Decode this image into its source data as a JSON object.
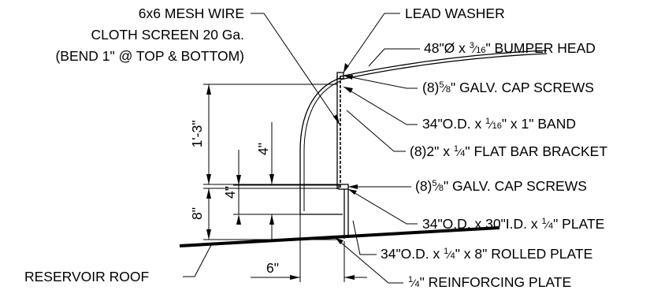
{
  "callouts": {
    "mesh_line1": "6x6 MESH WIRE",
    "mesh_line2": "CLOTH SCREEN 20 Ga.",
    "mesh_line3": "(BEND 1\" @ TOP & BOTTOM)",
    "lead_washer": "LEAD WASHER",
    "bumper_pre": "48\"Ø x ",
    "bumper_post": "\" BUMPER HEAD",
    "cap_screws_top_pre": "(8)",
    "cap_screws_top_post": "\" GALV. CAP SCREWS",
    "band_pre": "34\"O.D. x ",
    "band_post": "\" x 1\" BAND",
    "bracket_pre": "(8)2\" x ",
    "bracket_post": "\" FLAT BAR BRACKET",
    "cap_screws_bottom_pre": "(8)",
    "cap_screws_bottom_post": "\" GALV. CAP SCREWS",
    "plate_pre": "34\"O.D. x 30\"I.D. x ",
    "plate_post": "\" PLATE",
    "rolled_pre": "34\"O.D. x ",
    "rolled_post": "\" x 8\" ROLLED PLATE",
    "reservoir_roof": "RESERVOIR ROOF",
    "reinforcing_post": "\" REINFORCING PLATE"
  },
  "fractions": {
    "three_sixteenths": {
      "num": "3",
      "den": "16"
    },
    "five_eighths": {
      "num": "5",
      "den": "8"
    },
    "one_sixteenth": {
      "num": "1",
      "den": "16"
    },
    "one_quarter": {
      "num": "1",
      "den": "4"
    }
  },
  "dimensions": {
    "height_total": "1'-3\"",
    "height_upper": "4\"",
    "height_middle": "4\"",
    "height_lower": "8\"",
    "width_bottom": "6\""
  }
}
